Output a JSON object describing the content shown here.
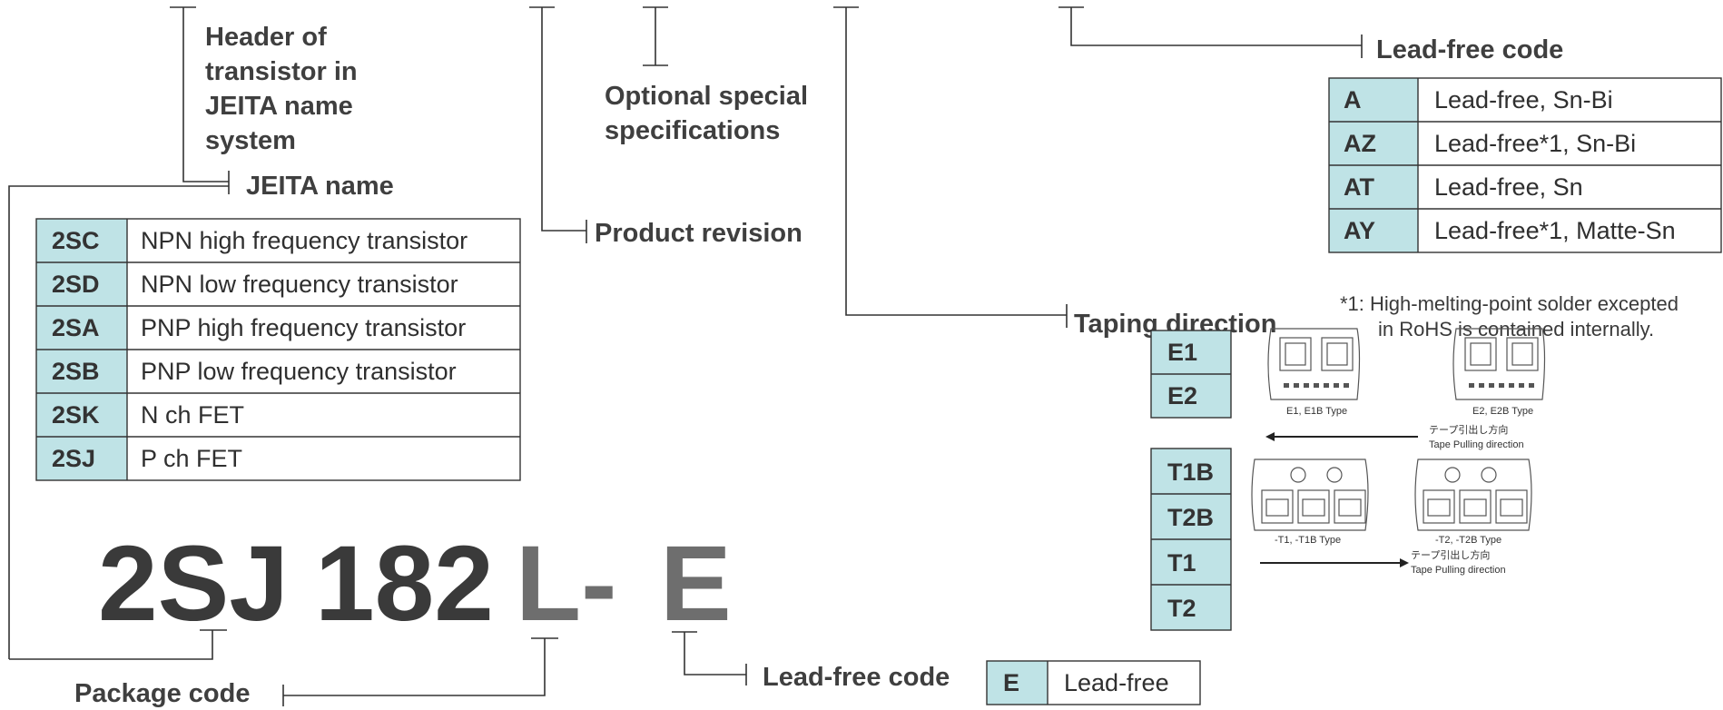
{
  "labels": {
    "header_of_transistor": [
      "Header of",
      "transistor in",
      "JEITA name",
      "system"
    ],
    "jeita_name": "JEITA name",
    "optional_special": [
      "Optional special",
      "specifications"
    ],
    "product_revision": "Product revision",
    "lead_free_code_top": "Lead-free code",
    "taping_direction": "Taping direction",
    "package_code": "Package code",
    "lead_free_code_bottom": "Lead-free code"
  },
  "part_number": {
    "prefix": "2SJ",
    "number": "182",
    "revision": "L-",
    "leadfree": "E"
  },
  "jeita_table": [
    {
      "code": "2SC",
      "desc": "NPN high frequency transistor"
    },
    {
      "code": "2SD",
      "desc": "NPN low frequency transistor"
    },
    {
      "code": "2SA",
      "desc": "PNP high frequency transistor"
    },
    {
      "code": "2SB",
      "desc": "PNP low frequency transistor"
    },
    {
      "code": "2SK",
      "desc": "N ch FET"
    },
    {
      "code": "2SJ",
      "desc": "P ch FET"
    }
  ],
  "lead_free_table": [
    {
      "code": "A",
      "desc": "Lead-free, Sn-Bi"
    },
    {
      "code": "AZ",
      "desc": "Lead-free*1, Sn-Bi"
    },
    {
      "code": "AT",
      "desc": "Lead-free, Sn"
    },
    {
      "code": "AY",
      "desc": "Lead-free*1, Matte-Sn"
    }
  ],
  "footnote": [
    "*1: High-melting-point solder excepted",
    "in RoHS is contained internally."
  ],
  "taping_codes_top": [
    "E1",
    "E2"
  ],
  "taping_codes_bottom": [
    "T1B",
    "T2B",
    "T1",
    "T2"
  ],
  "tape_images": {
    "e1_caption": "E1, E1B Type",
    "e2_caption": "E2, E2B Type",
    "t1_caption": "-T1, -T1B Type",
    "t2_caption": "-T2, -T2B Type",
    "pull_jp": "テープ引出し方向",
    "pull_en": "Tape Pulling direction"
  },
  "bottom_table": {
    "code": "E",
    "desc": "Lead-free"
  },
  "colors": {
    "code_fill": "#bfe3e6",
    "big_dark": "#3a3a3a",
    "big_light": "#6e6e6e"
  }
}
